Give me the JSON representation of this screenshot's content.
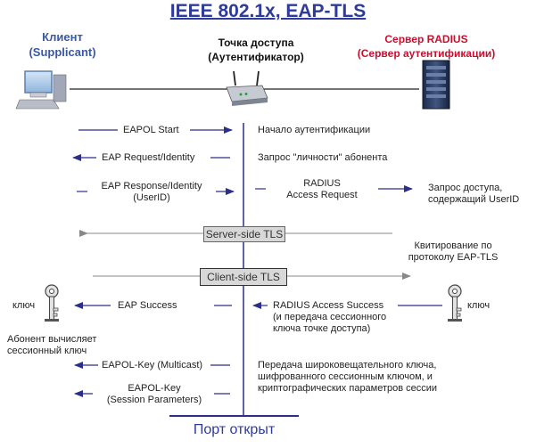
{
  "title": "IEEE 802.1x, EAP-TLS",
  "colors": {
    "title": "#2e3a9c",
    "client": "#3a58a6",
    "server": "#c8102e",
    "arrow": "#2c2f8a",
    "port": "#2e3a9c",
    "band": "#d8d8d8"
  },
  "client": {
    "name": "Клиент",
    "role": "(Supplicant)",
    "icon": "computer-icon"
  },
  "access_point": {
    "name": "Точка доступа",
    "role": "(Аутентификатор)",
    "icon": "wireless-router-icon"
  },
  "server": {
    "name": "Сервер RADIUS",
    "role": "(Сервер аутентификации)",
    "icon": "server-rack-icon"
  },
  "steps": {
    "eapol_start": "EAPOL Start",
    "eap_request_identity": "EAP Request/Identity",
    "eap_response_identity": [
      "EAP Response/Identity",
      "(UserID)"
    ],
    "eap_success": "EAP Success",
    "eapol_key_multicast": "EAPOL-Key (Multicast)",
    "eapol_key_session": [
      "EAPOL-Key",
      "(Session Parameters)"
    ],
    "radius_access_request": [
      "RADIUS",
      "Access Request"
    ],
    "radius_access_success": [
      "RADIUS Access Success",
      "(и передача сессионного",
      "ключа точке доступа)"
    ]
  },
  "notes": {
    "auth_start": "Начало аутентификации",
    "identity_request": "Запрос \"личности\" абонента",
    "access_request": [
      "Запрос доступа,",
      "содержащий UserID"
    ],
    "tls_handshake": [
      "Квитирование по",
      "протоколу EAP-TLS"
    ],
    "client_computes_key": [
      "Абонент вычисляет",
      "сессионный ключ"
    ],
    "key_transfer": [
      "Передача широковещательного ключа,",
      "шифрованного сессионным ключом, и",
      "криптографических параметров сессии"
    ]
  },
  "tls": {
    "server_side": "Server-side TLS",
    "client_side": "Client-side TLS"
  },
  "key_label": "ключ",
  "key_icon": "key-icon",
  "port_open": "Порт открыт"
}
